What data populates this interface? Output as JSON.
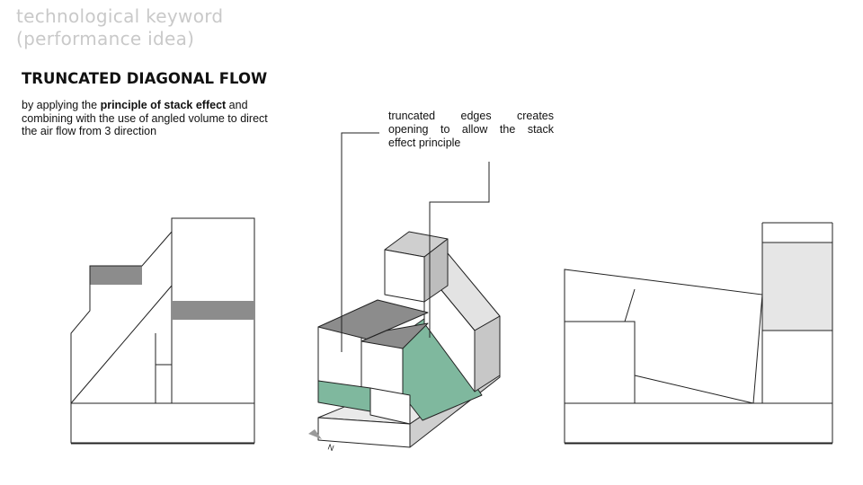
{
  "header": {
    "keyword_line1": "technological keyword",
    "keyword_line2": "(performance idea)"
  },
  "concept": {
    "title": "TRUNCATED DIAGONAL FLOW",
    "desc_prefix": "by applying the ",
    "desc_bold": "principle of stack effect",
    "desc_suffix": " and combining with the use of angled volume to direct the air flow from 3 direction"
  },
  "annotation": {
    "line1": "truncated edges creates",
    "line2": "opening to allow the stack",
    "line3": "effect principle"
  },
  "north_label": "N",
  "colors": {
    "accent_green": "#7fb89e",
    "dark_grey": "#8c8c8c",
    "mid_grey": "#bdbdbd",
    "light_grey": "#e6e6e6",
    "line": "#222222"
  }
}
